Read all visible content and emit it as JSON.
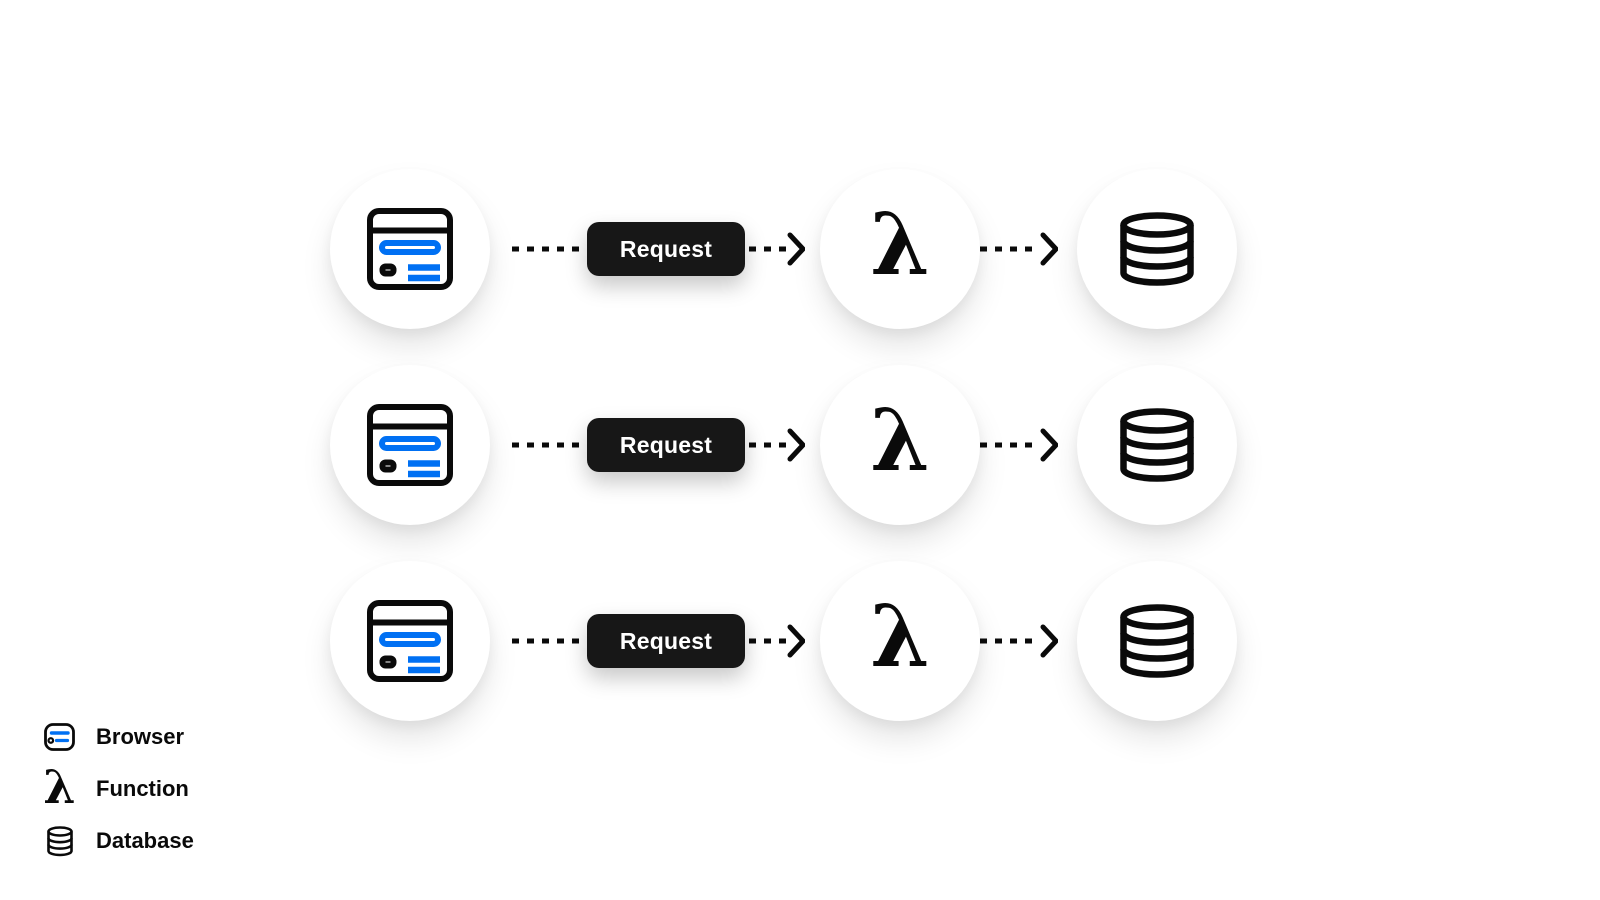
{
  "diagram": {
    "lambda_glyph": "λ",
    "rows": [
      {
        "request_label": "Request"
      },
      {
        "request_label": "Request"
      },
      {
        "request_label": "Request"
      }
    ]
  },
  "legend": {
    "lambda_glyph": "λ",
    "items": [
      {
        "icon": "browser-icon",
        "label": "Browser"
      },
      {
        "icon": "lambda-icon",
        "label": "Function"
      },
      {
        "icon": "database-icon",
        "label": "Database"
      }
    ]
  },
  "colors": {
    "background": "#ffffff",
    "accent_blue": "#0070f3",
    "icon_black": "#0a0a0a",
    "pill_background": "#171717",
    "pill_text": "#ffffff"
  }
}
